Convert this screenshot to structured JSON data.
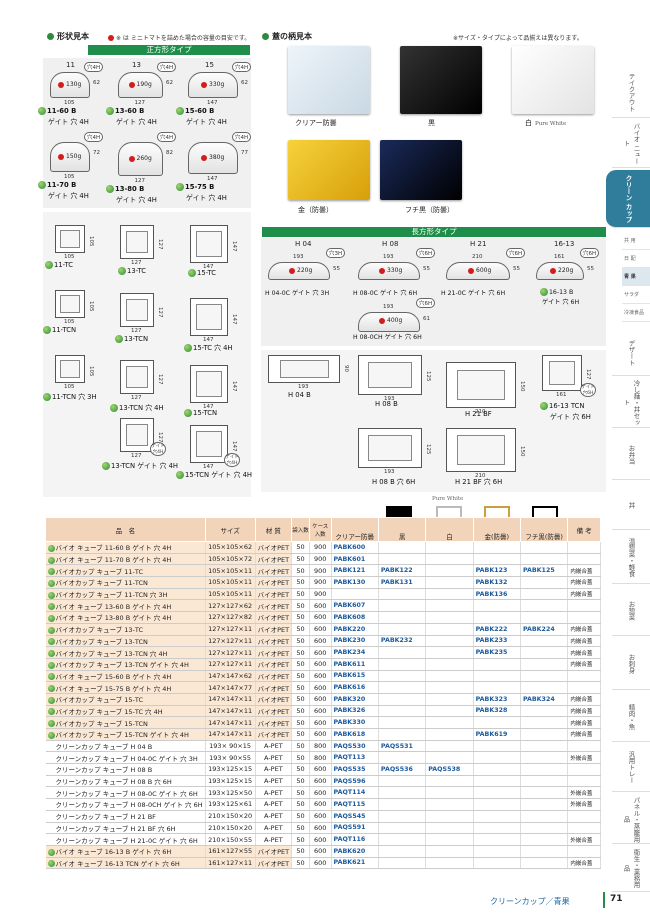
{
  "left_header": {
    "title": "形状見本",
    "note": "※  は ミニトマトを詰めた場合の容量の目安です。"
  },
  "right_header": {
    "title": "蓋の柄見本",
    "note": "※サイズ・タイプによって品揃えは異なります。"
  },
  "square_bar": "正方形タイプ",
  "rect_bar": "長方形タイプ",
  "square_cols": [
    "11",
    "13",
    "15"
  ],
  "rect_cols": [
    "H 04",
    "H 08",
    "H 21",
    "16-13"
  ],
  "square_items": [
    {
      "label": "11-60 B",
      "label2": "ゲイト 穴 4H",
      "gram": "130g",
      "w": "105",
      "h": "62",
      "tag": "穴4H"
    },
    {
      "label": "13-60 B",
      "label2": "ゲイト 穴 4H",
      "gram": "190g",
      "w": "127",
      "h": "62",
      "tag": "穴4H"
    },
    {
      "label": "15-60 B",
      "label2": "ゲイト 穴 4H",
      "gram": "330g",
      "w": "147",
      "h": "62",
      "tag": "穴4H"
    },
    {
      "label": "11-70 B",
      "label2": "ゲイト 穴 4H",
      "gram": "150g",
      "w": "105",
      "h": "72",
      "tag": "穴4H"
    },
    {
      "label": "13-80 B",
      "label2": "ゲイト 穴 4H",
      "gram": "260g",
      "w": "127",
      "h": "82",
      "tag": "穴4H"
    },
    {
      "label": "15-75 B",
      "label2": "ゲイト 穴 4H",
      "gram": "380g",
      "w": "147",
      "h": "77",
      "tag": "穴4H"
    }
  ],
  "square_lids": [
    {
      "label": "11-TC",
      "w": "105",
      "h": "105"
    },
    {
      "label": "13-TC",
      "w": "127",
      "h": "127"
    },
    {
      "label": "15-TC",
      "w": "147",
      "h": "147"
    },
    {
      "label": "11-TCN",
      "w": "105",
      "h": "105"
    },
    {
      "label": "13-TCN",
      "w": "127",
      "h": "127"
    },
    {
      "label": "15-TC 穴 4H",
      "w": "147",
      "h": "147"
    },
    {
      "label": "11-TCN 穴 3H",
      "w": "105",
      "h": "105"
    },
    {
      "label": "13-TCN 穴 4H",
      "w": "127",
      "h": "127"
    },
    {
      "label": "15-TCN",
      "w": "147",
      "h": "147"
    },
    {
      "label": "13-TCN ゲイト 穴 4H",
      "w": "127",
      "h": "127",
      "tag": "ゲイト 穴4H"
    },
    {
      "label": "15-TCN ゲイト 穴 4H",
      "w": "147",
      "h": "147",
      "tag": "ゲイト 穴4H"
    }
  ],
  "rect_items": [
    {
      "label": "H 04-0C ゲイト 穴 3H",
      "gram": "220g",
      "w": "193",
      "h": "55",
      "tag": "穴3H"
    },
    {
      "label": "H 08-0C ゲイト 穴 6H",
      "gram": "330g",
      "w": "193",
      "h": "55",
      "tag": "穴6H"
    },
    {
      "label": "H 21-0C ゲイト 穴 6H",
      "gram": "600g",
      "w": "210",
      "h": "55",
      "tag": "穴6H"
    },
    {
      "label": "16-13 B",
      "label2": "ゲイト 穴 6H",
      "gram": "220g",
      "w": "161",
      "h": "55",
      "tag": "穴6H"
    },
    {
      "label": "H 08-0CH ゲイト 穴 6H",
      "gram": "400g",
      "w": "193",
      "h": "61",
      "tag": "穴6H"
    }
  ],
  "rect_lids": [
    {
      "label": "H 04 B",
      "w": "193",
      "h": "90"
    },
    {
      "label": "H 08 B",
      "w": "193",
      "h": "125"
    },
    {
      "label": "H 21 BF",
      "w": "210",
      "h": "150"
    },
    {
      "label": "16-13 TCN",
      "label2": "ゲイト 穴 6H",
      "w": "161",
      "h": "127",
      "tag": "ゲイト 穴6H"
    },
    {
      "label": "H 08 B 穴 6H",
      "w": "193",
      "h": "125"
    },
    {
      "label": "H 21 BF 穴 6H",
      "w": "210",
      "h": "150"
    }
  ],
  "photos": [
    {
      "label": "クリアー防曇"
    },
    {
      "label": "黒"
    },
    {
      "label": "白",
      "sub": "Pure White"
    },
    {
      "label": "金（防曇）"
    },
    {
      "label": "フチ黒（防曇）"
    }
  ],
  "table": {
    "headers": [
      "品　名",
      "サイズ",
      "材 質",
      "袋入数",
      "ケース入数",
      "クリアー防曇",
      "黒",
      "白",
      "金(防曇)",
      "フチ黒(防曇)",
      "備 考"
    ],
    "pure_white": "Pure White",
    "rows": [
      {
        "bio": true,
        "name": "バイオ キューブ 11-60 B ゲイト 穴 4H",
        "size": "105×105×62",
        "mat": "バイオPET",
        "bag": "50",
        "case": "900",
        "c1": "PABK600",
        "c2": "",
        "c3": "",
        "c4": "",
        "c5": "",
        "note": ""
      },
      {
        "bio": true,
        "name": "バイオ キューブ 11-70 B ゲイト 穴 4H",
        "size": "105×105×72",
        "mat": "バイオPET",
        "bag": "50",
        "case": "900",
        "c1": "PABK601",
        "c2": "",
        "c3": "",
        "c4": "",
        "c5": "",
        "note": ""
      },
      {
        "bio": true,
        "name": "バイオカップ キューブ 11-TC",
        "size": "105×105×11",
        "mat": "バイオPET",
        "bag": "50",
        "case": "900",
        "c1": "PABK121",
        "c2": "PABK122",
        "c3": "",
        "c4": "PABK123",
        "c5": "PABK125",
        "note": "内嵌合蓋"
      },
      {
        "bio": true,
        "name": "バイオカップ キューブ 11-TCN",
        "size": "105×105×11",
        "mat": "バイオPET",
        "bag": "50",
        "case": "900",
        "c1": "PABK130",
        "c2": "PABK131",
        "c3": "",
        "c4": "PABK132",
        "c5": "",
        "note": "内嵌合蓋"
      },
      {
        "bio": true,
        "name": "バイオカップ キューブ 11-TCN 穴 3H",
        "size": "105×105×11",
        "mat": "バイオPET",
        "bag": "50",
        "case": "900",
        "c1": "",
        "c2": "",
        "c3": "",
        "c4": "PABK136",
        "c5": "",
        "note": "内嵌合蓋"
      },
      {
        "bio": true,
        "name": "バイオ キューブ 13-60 B ゲイト 穴 4H",
        "size": "127×127×62",
        "mat": "バイオPET",
        "bag": "50",
        "case": "600",
        "c1": "PABK607",
        "c2": "",
        "c3": "",
        "c4": "",
        "c5": "",
        "note": ""
      },
      {
        "bio": true,
        "name": "バイオ キューブ 13-80 B ゲイト 穴 4H",
        "size": "127×127×82",
        "mat": "バイオPET",
        "bag": "50",
        "case": "600",
        "c1": "PABK608",
        "c2": "",
        "c3": "",
        "c4": "",
        "c5": "",
        "note": ""
      },
      {
        "bio": true,
        "name": "バイオカップ キューブ 13-TC",
        "size": "127×127×11",
        "mat": "バイオPET",
        "bag": "50",
        "case": "600",
        "c1": "PABK220",
        "c2": "",
        "c3": "",
        "c4": "PABK222",
        "c5": "PABK224",
        "note": "内嵌合蓋"
      },
      {
        "bio": true,
        "name": "バイオカップ キューブ 13-TCN",
        "size": "127×127×11",
        "mat": "バイオPET",
        "bag": "50",
        "case": "600",
        "c1": "PABK230",
        "c2": "PABK232",
        "c3": "",
        "c4": "PABK233",
        "c5": "",
        "note": "内嵌合蓋"
      },
      {
        "bio": true,
        "name": "バイオカップ キューブ 13-TCN 穴 4H",
        "size": "127×127×11",
        "mat": "バイオPET",
        "bag": "50",
        "case": "600",
        "c1": "PABK234",
        "c2": "",
        "c3": "",
        "c4": "PABK235",
        "c5": "",
        "note": "内嵌合蓋"
      },
      {
        "bio": true,
        "name": "バイオカップ キューブ 13-TCN ゲイト 穴 4H",
        "size": "127×127×11",
        "mat": "バイオPET",
        "bag": "50",
        "case": "600",
        "c1": "PABK611",
        "c2": "",
        "c3": "",
        "c4": "",
        "c5": "",
        "note": "内嵌合蓋"
      },
      {
        "bio": true,
        "name": "バイオ キューブ 15-60 B ゲイト 穴 4H",
        "size": "147×147×62",
        "mat": "バイオPET",
        "bag": "50",
        "case": "600",
        "c1": "PABK615",
        "c2": "",
        "c3": "",
        "c4": "",
        "c5": "",
        "note": ""
      },
      {
        "bio": true,
        "name": "バイオ キューブ 15-75 B ゲイト 穴 4H",
        "size": "147×147×77",
        "mat": "バイオPET",
        "bag": "50",
        "case": "600",
        "c1": "PABK616",
        "c2": "",
        "c3": "",
        "c4": "",
        "c5": "",
        "note": ""
      },
      {
        "bio": true,
        "name": "バイオカップ キューブ 15-TC",
        "size": "147×147×11",
        "mat": "バイオPET",
        "bag": "50",
        "case": "600",
        "c1": "PABK320",
        "c2": "",
        "c3": "",
        "c4": "PABK323",
        "c5": "PABK324",
        "note": "内嵌合蓋"
      },
      {
        "bio": true,
        "name": "バイオカップ キューブ 15-TC 穴 4H",
        "size": "147×147×11",
        "mat": "バイオPET",
        "bag": "50",
        "case": "600",
        "c1": "PABK326",
        "c2": "",
        "c3": "",
        "c4": "PABK328",
        "c5": "",
        "note": "内嵌合蓋"
      },
      {
        "bio": true,
        "name": "バイオカップ キューブ 15-TCN",
        "size": "147×147×11",
        "mat": "バイオPET",
        "bag": "50",
        "case": "600",
        "c1": "PABK330",
        "c2": "",
        "c3": "",
        "c4": "",
        "c5": "",
        "note": "内嵌合蓋"
      },
      {
        "bio": true,
        "name": "バイオカップ キューブ 15-TCN ゲイト 穴 4H",
        "size": "147×147×11",
        "mat": "バイオPET",
        "bag": "50",
        "case": "600",
        "c1": "PABK618",
        "c2": "",
        "c3": "",
        "c4": "PABK619",
        "c5": "",
        "note": "内嵌合蓋"
      },
      {
        "bio": false,
        "name": "クリーンカップ キューブ H 04 B",
        "size": "193× 90×15",
        "mat": "A-PET",
        "bag": "50",
        "case": "800",
        "c1": "PAQS530",
        "c2": "PAQS531",
        "c3": "",
        "c4": "",
        "c5": "",
        "note": ""
      },
      {
        "bio": false,
        "name": "クリーンカップ キューブ H 04-0C ゲイト 穴 3H",
        "size": "193× 90×55",
        "mat": "A-PET",
        "bag": "50",
        "case": "800",
        "c1": "PAQT113",
        "c2": "",
        "c3": "",
        "c4": "",
        "c5": "",
        "note": "外嵌合蓋"
      },
      {
        "bio": false,
        "name": "クリーンカップ キューブ H 08 B",
        "size": "193×125×15",
        "mat": "A-PET",
        "bag": "50",
        "case": "600",
        "c1": "PAQS535",
        "c2": "PAQS536",
        "c3": "PAQS538",
        "c4": "",
        "c5": "",
        "note": ""
      },
      {
        "bio": false,
        "name": "クリーンカップ キューブ H 08 B 穴 6H",
        "size": "193×125×15",
        "mat": "A-PET",
        "bag": "50",
        "case": "600",
        "c1": "PAQS596",
        "c2": "",
        "c3": "",
        "c4": "",
        "c5": "",
        "note": ""
      },
      {
        "bio": false,
        "name": "クリーンカップ キューブ H 08-0C ゲイト 穴 6H",
        "size": "193×125×50",
        "mat": "A-PET",
        "bag": "50",
        "case": "600",
        "c1": "PAQT114",
        "c2": "",
        "c3": "",
        "c4": "",
        "c5": "",
        "note": "外嵌合蓋"
      },
      {
        "bio": false,
        "name": "クリーンカップ キューブ H 08-0CH ゲイト 穴 6H",
        "size": "193×125×61",
        "mat": "A-PET",
        "bag": "50",
        "case": "600",
        "c1": "PAQT115",
        "c2": "",
        "c3": "",
        "c4": "",
        "c5": "",
        "note": "外嵌合蓋"
      },
      {
        "bio": false,
        "name": "クリーンカップ キューブ H 21 BF",
        "size": "210×150×20",
        "mat": "A-PET",
        "bag": "50",
        "case": "600",
        "c1": "PAQS545",
        "c2": "",
        "c3": "",
        "c4": "",
        "c5": "",
        "note": ""
      },
      {
        "bio": false,
        "name": "クリーンカップ キューブ H 21 BF 穴 6H",
        "size": "210×150×20",
        "mat": "A-PET",
        "bag": "50",
        "case": "600",
        "c1": "PAQS591",
        "c2": "",
        "c3": "",
        "c4": "",
        "c5": "",
        "note": ""
      },
      {
        "bio": false,
        "name": "クリーンカップ キューブ H 21-0C ゲイト 穴 6H",
        "size": "210×150×55",
        "mat": "A-PET",
        "bag": "50",
        "case": "600",
        "c1": "PAQT116",
        "c2": "",
        "c3": "",
        "c4": "",
        "c5": "",
        "note": "外嵌合蓋"
      },
      {
        "bio": true,
        "name": "バイオ キューブ 16-13 B ゲイト 穴 6H",
        "size": "161×127×55",
        "mat": "バイオPET",
        "bag": "50",
        "case": "600",
        "c1": "PABK620",
        "c2": "",
        "c3": "",
        "c4": "",
        "c5": "",
        "note": ""
      },
      {
        "bio": true,
        "name": "バイオ キューブ 16-13 TCN ゲイト 穴 6H",
        "size": "161×127×11",
        "mat": "バイオPET",
        "bag": "50",
        "case": "600",
        "c1": "PABK621",
        "c2": "",
        "c3": "",
        "c4": "",
        "c5": "",
        "note": "内嵌合蓋"
      }
    ]
  },
  "tabs": [
    {
      "label": "テイクアウト"
    },
    {
      "label": "バイオ ニュート"
    },
    {
      "label": "クリーン カップ",
      "active": true
    },
    {
      "label": "デザート"
    },
    {
      "label": "冷し麺・丼セット"
    },
    {
      "label": "お弁当"
    },
    {
      "label": "丼"
    },
    {
      "label": "温惣菜・軽食"
    },
    {
      "label": "お惣菜"
    },
    {
      "label": "お刺身"
    },
    {
      "label": "精肉・魚"
    },
    {
      "label": "汎用トレー"
    },
    {
      "label": "パネル・蒸籠用品"
    },
    {
      "label": "衛生・業務用品"
    }
  ],
  "subtabs": [
    {
      "label": "共 用"
    },
    {
      "label": "日 配"
    },
    {
      "label": "青 果",
      "active": true
    },
    {
      "label": "サラダ"
    },
    {
      "label": "冷凍食品"
    }
  ],
  "footer": {
    "title": "クリーンカップ／青果",
    "page": "71"
  },
  "colors": {
    "bar": "#1f8e4a",
    "header_row": "#f2d4ba",
    "bio_row": "#fbe8d4",
    "code": "#1b5a9c",
    "active_tab": "#2f7d9a"
  }
}
